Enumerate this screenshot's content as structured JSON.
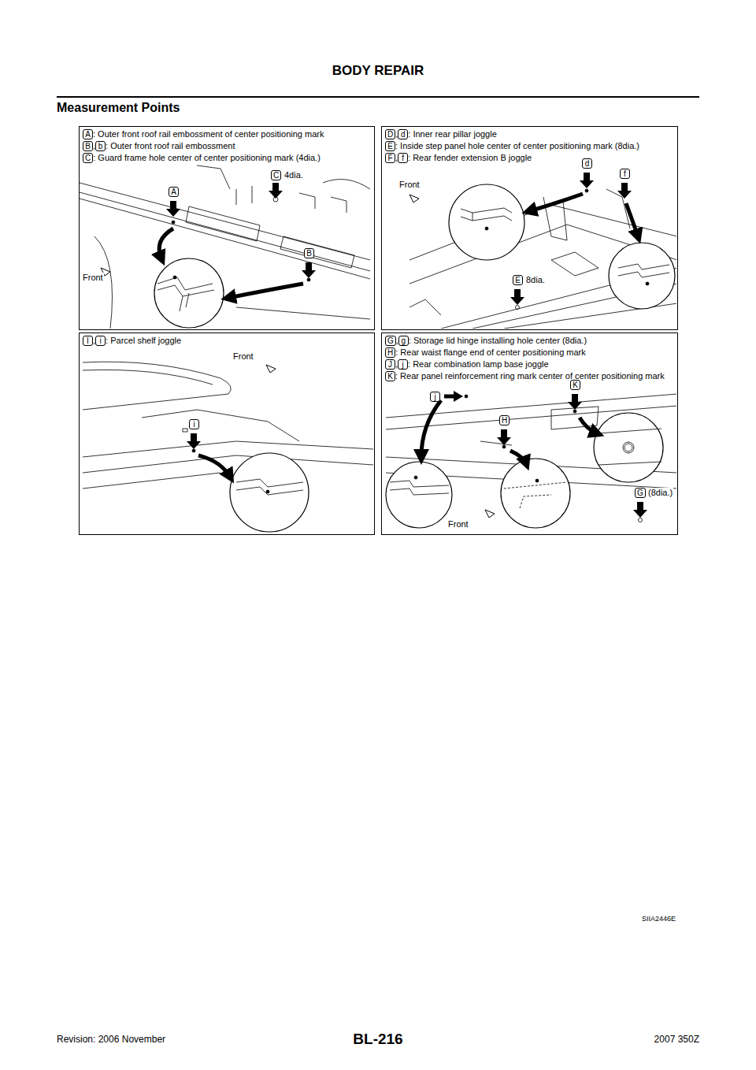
{
  "diagram": {
    "title": "Measurement Points",
    "nodes": [
      {
        "text": [
          "A",
          ": Outer front roof rail embossment of center positioning mark",
          "B",
          ",",
          "b",
          ": Outer front roof rail embossment",
          "C",
          ": Guard frame hole center of center positioning mark (4dia.)"
        ]
      },
      {
        "text": [
          "D",
          ",",
          "d",
          ": Inner rear pillar joggle",
          "E",
          ": Inside step panel hole center of center positioning mark (8dia.)",
          "F",
          ",",
          "f",
          ": Rear fender extension B joggle"
        ]
      },
      {
        "text": [
          "I",
          ",",
          "i",
          ": Parcel shelf joggle"
        ]
      },
      {
        "text": [
          "G",
          ",",
          "g",
          ": Storage lid hinge installing hole center (8dia.)",
          "H",
          ": Rear waist flange end of center positioning mark",
          "J",
          ",",
          "j",
          ": Rear combination lamp base joggle",
          "K",
          ": Rear panel reinforcement ring mark center of center positioning mark"
        ]
      }
    ],
    "labels": [
      "BODY REPAIR",
      "C",
      "4dia.",
      "A",
      "B",
      "Front",
      "d",
      "f",
      "Front",
      "E",
      "8dia.",
      "Front",
      "i",
      "j",
      "K",
      "H",
      "G",
      "(8dia.)",
      "Front",
      "SIIA2446E",
      "Revision: 2006 November",
      "BL-216",
      "2007 350Z"
    ]
  }
}
